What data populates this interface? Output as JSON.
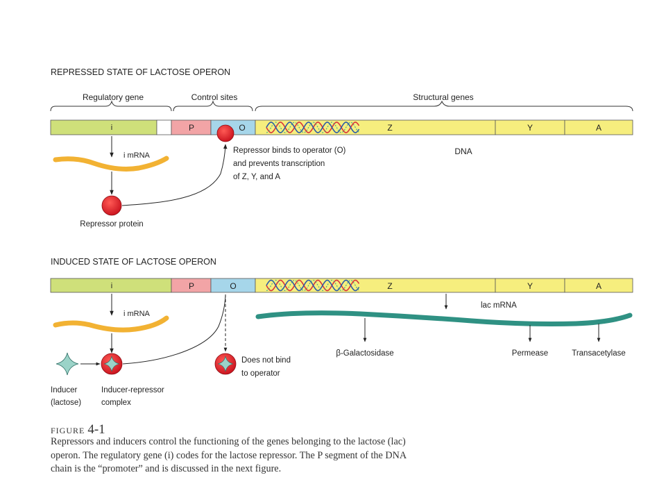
{
  "colors": {
    "regulatory": "#cfe07a",
    "promoter": "#f2a4a6",
    "operator": "#a6d6ea",
    "structural": "#f6ee7e",
    "mrna_i": "#f2b233",
    "mrna_lac": "#2f9183",
    "repressor": "#e01f2a",
    "inducer": "#9bd3c8",
    "helix_a": "#d9323a",
    "helix_b": "#2b5aa8",
    "helix_c": "#3aa38a"
  },
  "repressed": {
    "title": "REPRESSED STATE OF LACTOSE OPERON",
    "brace_regulatory": "Regulatory gene",
    "brace_control": "Control sites",
    "brace_structural": "Structural genes",
    "seg_i": "i",
    "seg_p": "P",
    "seg_o": "O",
    "seg_z": "Z",
    "seg_y": "Y",
    "seg_a": "A",
    "i_mrna": "i mRNA",
    "dna": "DNA",
    "repressor_protein": "Repressor protein",
    "note_line1": "Repressor binds to operator (O)",
    "note_line2": "and prevents transcription",
    "note_line3": "of Z, Y, and A"
  },
  "induced": {
    "title": "INDUCED STATE OF LACTOSE OPERON",
    "seg_i": "i",
    "seg_p": "P",
    "seg_o": "O",
    "seg_z": "Z",
    "seg_y": "Y",
    "seg_a": "A",
    "i_mrna": "i mRNA",
    "lac_mrna": "lac mRNA",
    "galactosidase": "β-Galactosidase",
    "permease": "Permease",
    "transacetylase": "Transacetylase",
    "inducer_line1": "Inducer",
    "inducer_line2": "(lactose)",
    "complex_line1": "Inducer-repressor",
    "complex_line2": "complex",
    "nobind_line1": "Does not bind",
    "nobind_line2": "to operator"
  },
  "caption": {
    "label": "FIGURE",
    "number": "4-1",
    "line1": "Repressors and inducers control the functioning of the genes belonging to the lactose (lac)",
    "line2": "operon. The regulatory gene (i) codes for the lactose repressor. The P segment of the DNA",
    "line3": "chain is the “promoter” and is discussed in the next figure."
  }
}
